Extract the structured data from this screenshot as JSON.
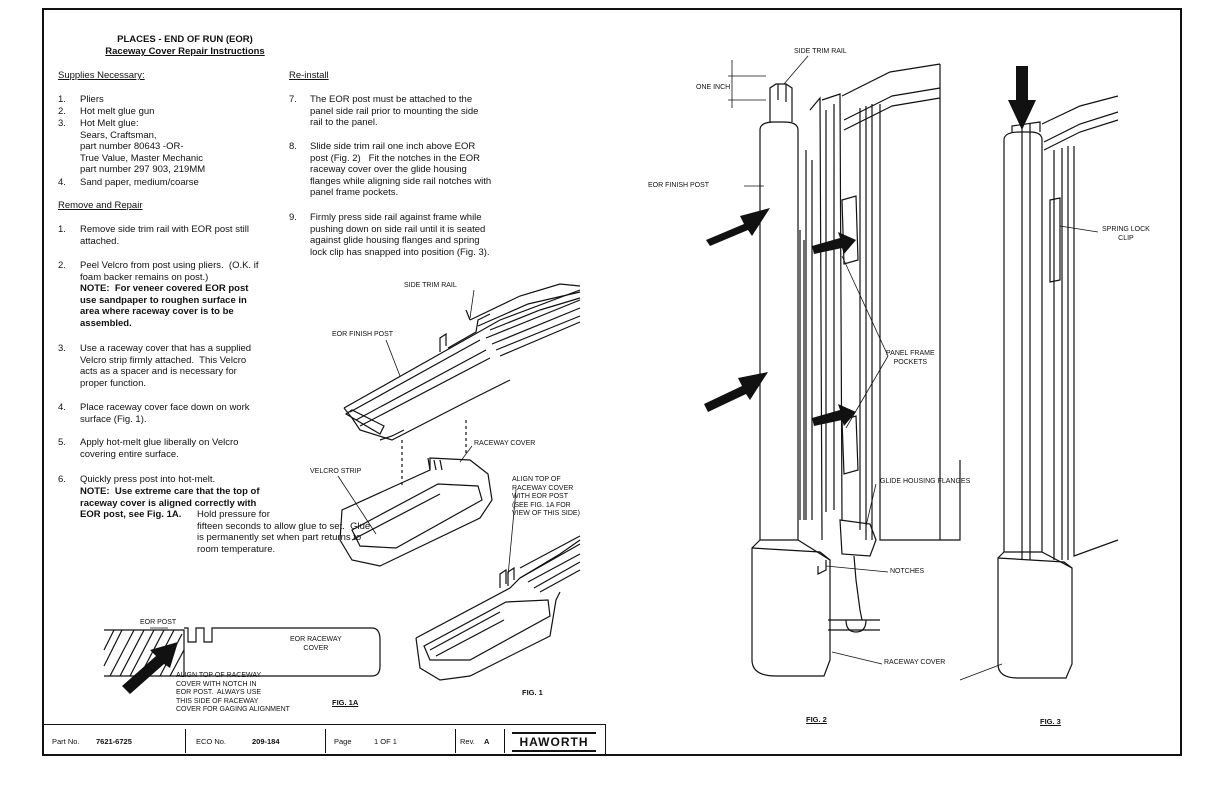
{
  "title": "PLACES - END OF RUN (EOR)",
  "subtitle": "Raceway Cover Repair Instructions",
  "supplies": {
    "heading": "Supplies Necessary:",
    "items": [
      {
        "num": "1.",
        "text": "Pliers"
      },
      {
        "num": "2.",
        "text": "Hot melt glue gun"
      },
      {
        "num": "3.",
        "text": "Hot Melt glue:\nSears, Craftsman,\npart number 80643 -OR-\nTrue Value, Master Mechanic\npart number 297 903, 219MM"
      },
      {
        "num": "4.",
        "text": "Sand paper, medium/coarse"
      }
    ]
  },
  "remove": {
    "heading": "Remove and Repair",
    "items": [
      {
        "num": "1.",
        "text": "Remove side trim rail with EOR post still\nattached."
      },
      {
        "num": "2.",
        "text": "Peel Velcro from post using pliers.  (O.K. if\nfoam backer remains on post.)",
        "note": "NOTE:  For veneer covered EOR post\nuse sandpaper to roughen surface in\narea where raceway cover is to be\nassembled."
      },
      {
        "num": "3.",
        "text": "Use a raceway cover that has a supplied\nVelcro strip firmly attached.  This Velcro\nacts as a spacer and is necessary for\nproper function."
      },
      {
        "num": "4.",
        "text": "Place raceway cover face down on work\nsurface (Fig. 1)."
      },
      {
        "num": "5.",
        "text": "Apply hot-melt glue liberally on Velcro\ncovering entire surface."
      },
      {
        "num": "6.",
        "text": "Quickly press post into hot-melt.",
        "note": "NOTE:  Use extreme care that the top of\nraceway cover is aligned correctly with\nEOR post, see Fig. 1A.",
        "tail": "Hold pressure for\nfifteen seconds to allow glue to set.  Glue\nis permanently set when part returns to\nroom temperature."
      }
    ]
  },
  "reinstall": {
    "heading": "Re-install",
    "items": [
      {
        "num": "7.",
        "text": "The EOR post must be attached to the\npanel side rail prior to mounting the side\nrail to the panel."
      },
      {
        "num": "8.",
        "text": "Slide side trim rail one inch above EOR\npost (Fig. 2)   Fit the notches in the EOR\nraceway cover over the glide housing\nflanges while aligning side rail notches with\npanel frame pockets."
      },
      {
        "num": "9.",
        "text": "Firmly press side rail against frame while\npushing down on side rail until it is seated\nagainst glide housing flanges and spring\nlock clip has snapped into position (Fig. 3)."
      }
    ]
  },
  "fig1": {
    "caption": "FIG. 1",
    "side_trim_rail": "SIDE TRIM RAIL",
    "eor_finish_post": "EOR FINISH POST",
    "raceway_cover": "RACEWAY COVER",
    "velcro_strip": "VELCRO STRIP",
    "align_note": "ALIGN TOP OF\nRACEWAY COVER\nWITH EOR POST\n(SEE FIG. 1A FOR\nVIEW OF THIS SIDE)"
  },
  "fig1a": {
    "caption": "FIG. 1A",
    "eor_post": "EOR POST",
    "eor_raceway_cover": "EOR RACEWAY\nCOVER",
    "align_note": "ALIGN TOP OF RACEWAY\nCOVER WITH NOTCH IN\nEOR POST.  ALWAYS USE\nTHIS SIDE OF RACEWAY\nCOVER FOR GAGING ALIGNMENT"
  },
  "fig2": {
    "caption": "FIG. 2",
    "side_trim_rail": "SIDE TRIM RAIL",
    "one_inch": "ONE INCH",
    "eor_finish_post": "EOR FINISH POST",
    "panel_frame_pockets": "PANEL FRAME\nPOCKETS",
    "glide_housing_flanges": "GLIDE HOUSING FLANGES",
    "notches": "NOTCHES",
    "raceway_cover": "RACEWAY COVER"
  },
  "fig3": {
    "caption": "FIG. 3",
    "spring_lock_clip": "SPRING LOCK\nCLIP"
  },
  "title_block": {
    "part_no_label": "Part No.",
    "part_no": "7621-6725",
    "eco_label": "ECO No.",
    "eco": "209-184",
    "page_label": "Page",
    "page": "1 OF 1",
    "rev_label": "Rev.",
    "rev": "A",
    "logo": "HAWORTH"
  }
}
